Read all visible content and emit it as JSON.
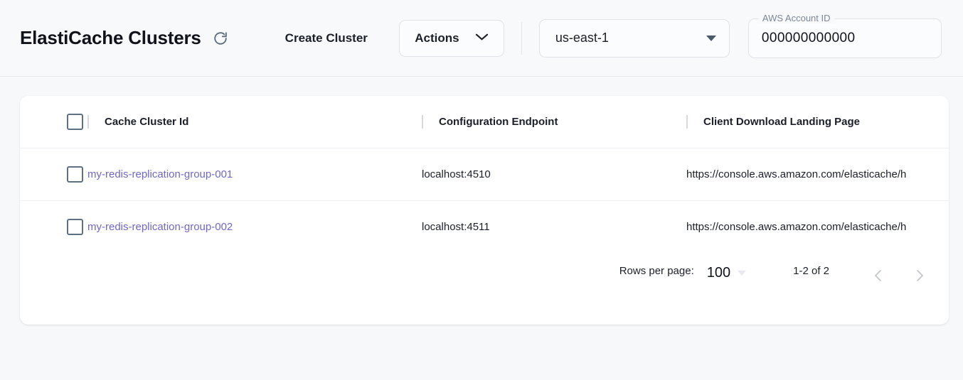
{
  "header": {
    "title": "ElastiCache Clusters",
    "refresh_icon": "refresh-icon",
    "create_button": "Create Cluster",
    "actions_button": "Actions",
    "actions_chevron_icon": "chevron-down-icon",
    "region": {
      "value": "us-east-1",
      "arrow_icon": "triangle-down-icon"
    },
    "account": {
      "label": "AWS Account ID",
      "value": "000000000000"
    }
  },
  "table": {
    "columns": [
      "Cache Cluster Id",
      "Configuration Endpoint",
      "Client Download Landing Page"
    ],
    "select_all_checkbox": "unchecked",
    "rows": [
      {
        "checkbox": "unchecked",
        "cluster_id": "my-redis-replication-group-001",
        "endpoint": "localhost:4510",
        "landing_page": "https://console.aws.amazon.com/elasticache/h"
      },
      {
        "checkbox": "unchecked",
        "cluster_id": "my-redis-replication-group-002",
        "endpoint": "localhost:4511",
        "landing_page": "https://console.aws.amazon.com/elasticache/h"
      }
    ]
  },
  "pagination": {
    "rows_per_page_label": "Rows per page:",
    "rows_per_page_value": "100",
    "range_label": "1-2 of 2",
    "prev_icon": "chevron-left-icon",
    "next_icon": "chevron-right-icon"
  },
  "colors": {
    "page_background": "#f7f8fa",
    "link": "#6f67c9",
    "text": "#1b1f27",
    "checkbox_border": "#5f7082"
  }
}
